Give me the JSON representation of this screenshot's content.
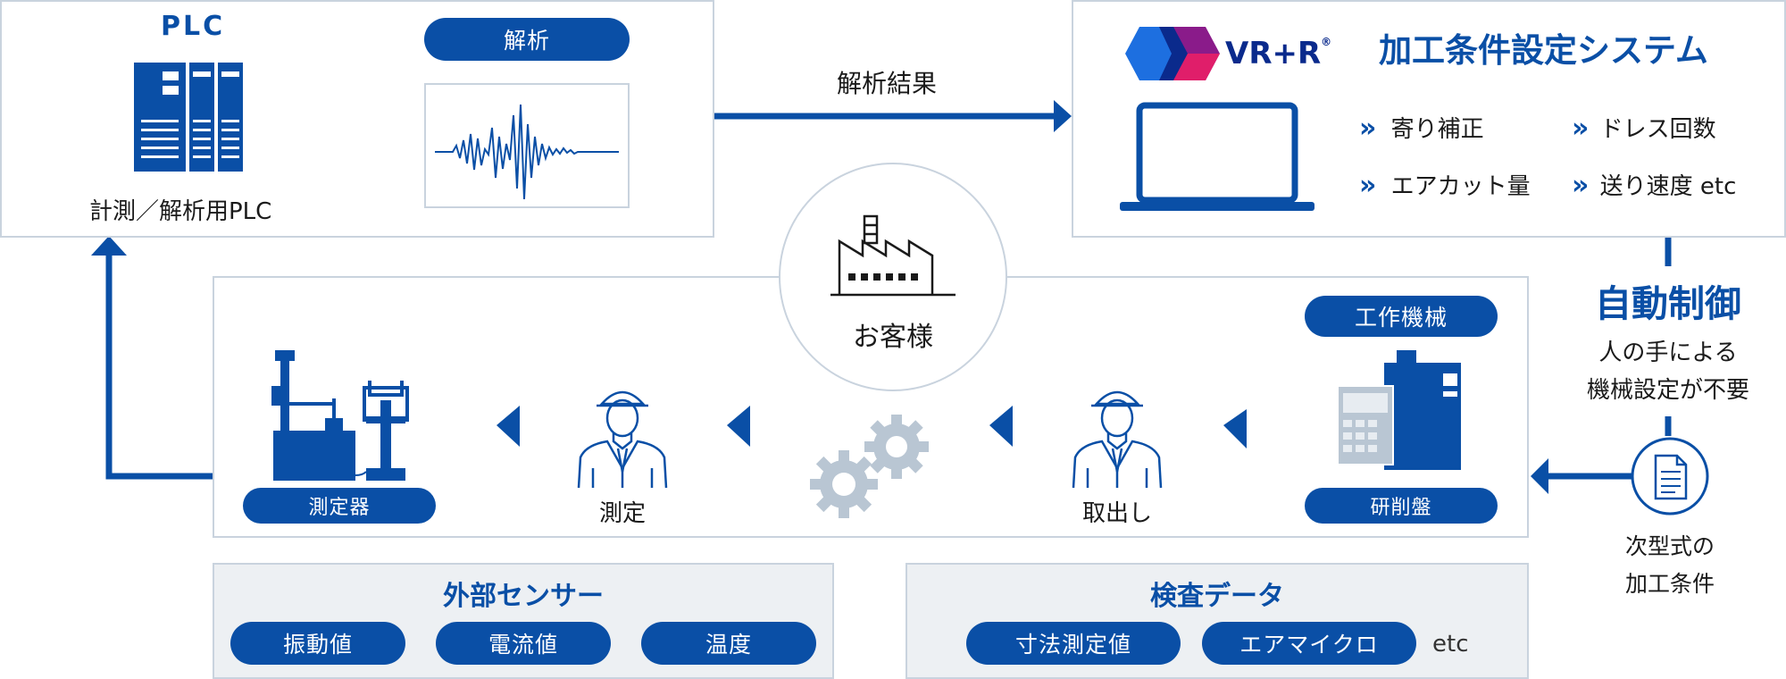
{
  "colors": {
    "primary": "#0a4fa6",
    "border": "#c9d3de",
    "gray_fill": "#edf0f3",
    "gear": "#b9c6d3",
    "logo_blue": "#1d6fe0",
    "logo_navy": "#0a2a8c",
    "logo_purple": "#8a1b8a",
    "logo_pink": "#e01e6a"
  },
  "plc": {
    "title": "PLC",
    "caption": "計測／解析用PLC",
    "analysis_label": "解析"
  },
  "flow": {
    "result_label": "解析結果"
  },
  "vr": {
    "logo_text": "VR+R",
    "logo_mark": "®",
    "system_title": "加工条件設定システム",
    "bullet_glyph": "»",
    "items": [
      "寄り補正",
      "ドレス回数",
      "エアカット量",
      "送り速度 etc"
    ]
  },
  "auto": {
    "title": "自動制御",
    "sub_line1": "人の手による",
    "sub_line2": "機械設定が不要"
  },
  "next": {
    "line1": "次型式の",
    "line2": "加工条件"
  },
  "customer": {
    "label": "お客様"
  },
  "machine": {
    "top_label": "工作機械",
    "bottom_label": "研削盤"
  },
  "steps": {
    "takeout": "取出し",
    "measure": "測定",
    "instrument": "測定器"
  },
  "sensor": {
    "title": "外部センサー",
    "items": [
      "振動値",
      "電流値",
      "温度"
    ]
  },
  "inspection": {
    "title": "検査データ",
    "items": [
      "寸法測定値",
      "エアマイクロ"
    ],
    "etc": "etc"
  }
}
